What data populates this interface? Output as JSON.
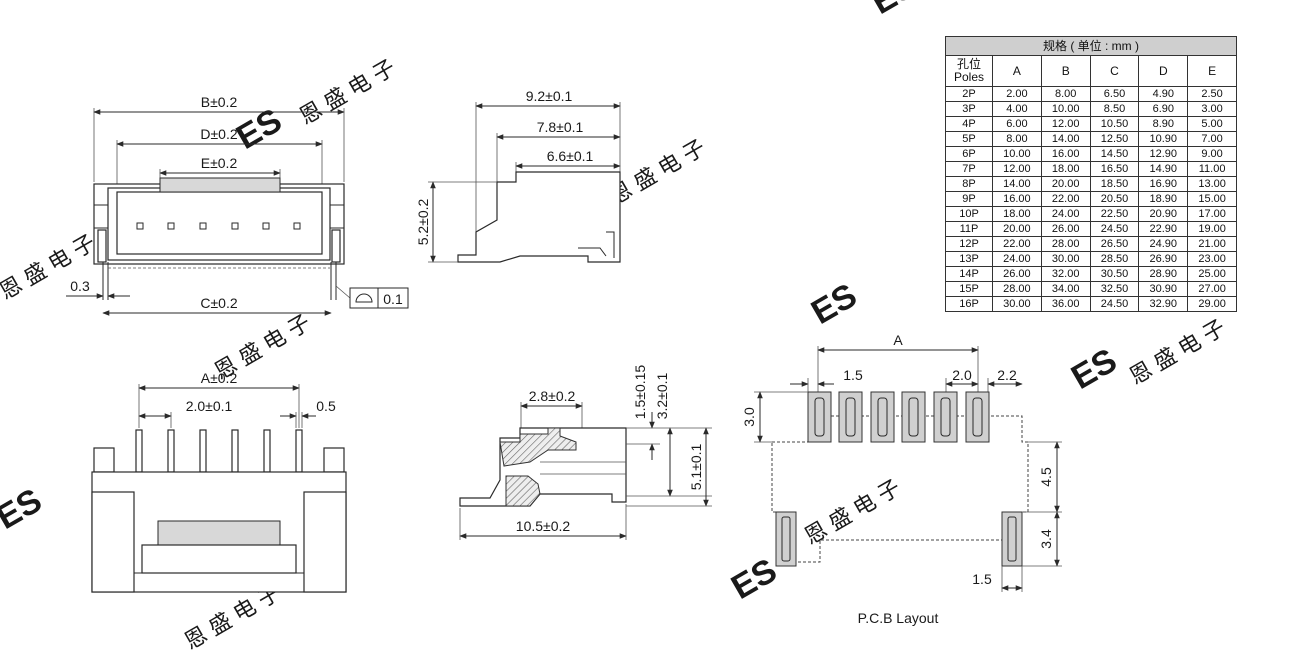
{
  "watermark": {
    "logo": "ES",
    "text": "恩 盛 电 子"
  },
  "top_front": {
    "B": "B±0.2",
    "D": "D±0.2",
    "E": "E±0.2",
    "C": "C±0.2",
    "gap": "0.3",
    "flatness": "0.1"
  },
  "top_side": {
    "w1": "9.2±0.1",
    "w2": "7.8±0.1",
    "w3": "6.6±0.1",
    "h": "5.2±0.2"
  },
  "bottom_front": {
    "A": "A±0.2",
    "pitch": "2.0±0.1",
    "pin": "0.5"
  },
  "bottom_side": {
    "w": "2.8±0.2",
    "h1": "1.5±0.15",
    "h2": "3.2±0.1",
    "h3": "5.1±0.1",
    "len": "10.5±0.2"
  },
  "pcb": {
    "A": "A",
    "pad_w": "1.5",
    "pitch": "2.0",
    "offset": "2.2",
    "pad_len": "3.0",
    "gap": "4.5",
    "mount_len": "3.4",
    "mount_w": "1.5",
    "caption": "P.C.B Layout"
  },
  "spec_table": {
    "title": "规格 ( 单位 : mm )",
    "pole_header_cn": "孔位",
    "pole_header_en": "Poles",
    "columns": [
      "A",
      "B",
      "C",
      "D",
      "E"
    ],
    "rows": [
      [
        "2P",
        "2.00",
        "8.00",
        "6.50",
        "4.90",
        "2.50"
      ],
      [
        "3P",
        "4.00",
        "10.00",
        "8.50",
        "6.90",
        "3.00"
      ],
      [
        "4P",
        "6.00",
        "12.00",
        "10.50",
        "8.90",
        "5.00"
      ],
      [
        "5P",
        "8.00",
        "14.00",
        "12.50",
        "10.90",
        "7.00"
      ],
      [
        "6P",
        "10.00",
        "16.00",
        "14.50",
        "12.90",
        "9.00"
      ],
      [
        "7P",
        "12.00",
        "18.00",
        "16.50",
        "14.90",
        "11.00"
      ],
      [
        "8P",
        "14.00",
        "20.00",
        "18.50",
        "16.90",
        "13.00"
      ],
      [
        "9P",
        "16.00",
        "22.00",
        "20.50",
        "18.90",
        "15.00"
      ],
      [
        "10P",
        "18.00",
        "24.00",
        "22.50",
        "20.90",
        "17.00"
      ],
      [
        "11P",
        "20.00",
        "26.00",
        "24.50",
        "22.90",
        "19.00"
      ],
      [
        "12P",
        "22.00",
        "28.00",
        "26.50",
        "24.90",
        "21.00"
      ],
      [
        "13P",
        "24.00",
        "30.00",
        "28.50",
        "26.90",
        "23.00"
      ],
      [
        "14P",
        "26.00",
        "32.00",
        "30.50",
        "28.90",
        "25.00"
      ],
      [
        "15P",
        "28.00",
        "34.00",
        "32.50",
        "30.90",
        "27.00"
      ],
      [
        "16P",
        "30.00",
        "36.00",
        "24.50",
        "32.90",
        "29.00"
      ]
    ]
  }
}
